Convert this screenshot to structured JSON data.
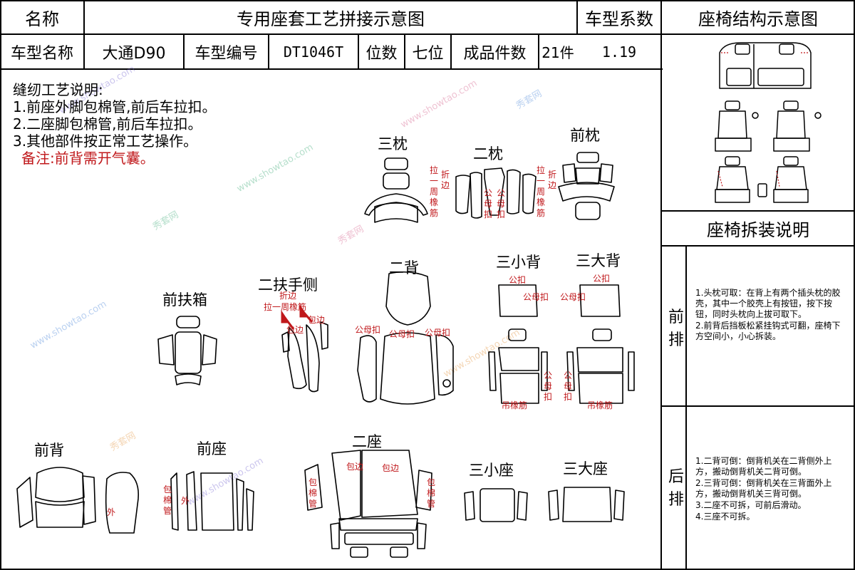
{
  "header": {
    "name_label": "名称",
    "title": "专用座套工艺拼接示意图",
    "coefficient_label": "车型系数",
    "structure_title": "座椅结构示意图"
  },
  "info_row": {
    "model_name_label": "车型名称",
    "model_name": "大通D90",
    "model_code_label": "车型编号",
    "model_code": "DT1046T",
    "seats_label": "位数",
    "seats": "七位",
    "pieces_label": "成品件数",
    "pieces": "21件",
    "coefficient": "1.19"
  },
  "sewing_notes": {
    "title": "缝纫工艺说明:",
    "items": [
      "1.前座外脚包棉管,前后车拉扣。",
      "2.二座脚包棉管,前后车拉扣。",
      "3.其他部件按正常工艺操作。"
    ],
    "remark": "备注:前背需开气囊。"
  },
  "parts": {
    "third_headrest": "三枕",
    "second_headrest": "二枕",
    "front_headrest": "前枕",
    "front_armrest_box": "前扶箱",
    "second_armrest_side": "二扶手侧",
    "second_back": "二背",
    "third_small_back": "三小背",
    "third_large_back": "三大背",
    "front_back": "前背",
    "front_seat": "前座",
    "second_seat": "二座",
    "third_small_seat": "三小座",
    "third_large_seat": "三大座"
  },
  "annotations": {
    "pull_band_left": "拉一周橡筋",
    "fold_left": "折边",
    "male_female_left": "公母扣",
    "male_female_right": "公母扣",
    "pull_band_right": "拉一周橡筋",
    "fold_right": "折边",
    "armrest_fold": "折边",
    "armrest_pull": "拉一周橡筋",
    "armrest_bao": "包边",
    "armrest_ci": "包边",
    "back2_mf_a": "公母扣",
    "back2_mf_b": "公母扣",
    "back2_mf_c": "公母扣",
    "back3s_male": "公扣",
    "back3s_mf": "公母扣",
    "back3l_mf": "公母扣",
    "back3l_male": "公扣",
    "back3s_mf_v": "公母扣",
    "back3l_mf_v": "公母扣",
    "hang_band_a": "吊橡筋",
    "hang_band_b": "吊橡筋",
    "front_back_out": "外",
    "front_seat_tube": "包棉管",
    "front_seat_out": "外",
    "second_seat_tube_l": "包棉管",
    "second_seat_tube_r": "包棉管",
    "second_seat_edge_l": "包边",
    "second_seat_edge_r": "包边"
  },
  "instructions": {
    "title": "座椅拆装说明",
    "front_row_label": "前排",
    "front_row_items": [
      "1.头枕可取：在背上有两个插头枕的胶壳，其中一个胶壳上有按钮，按下按钮，同时头枕向上拔可取下。",
      "2.前背后挡板松紧挂钩式可翻，座椅下方空间小，小心拆装。"
    ],
    "rear_row_label": "后排",
    "rear_row_items": [
      "1.二背可倒：倒背机关在二背侧外上方，搬动倒背机关二背可倒。",
      "2.三背可倒：倒背机关在三背面外上方，搬动倒背机关三背可倒。",
      "3.二座不可拆，可前后滑动。",
      "4.三座不可拆。"
    ]
  },
  "watermark": {
    "text_a": "www.showtao.com",
    "text_b": "秀套网"
  },
  "colors": {
    "annotation_red": "#c0181b",
    "line": "#000000"
  }
}
